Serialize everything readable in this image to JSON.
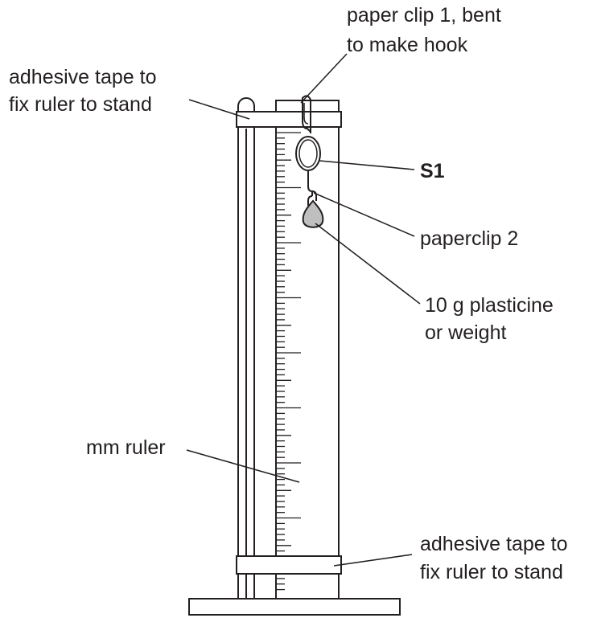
{
  "labels": {
    "paper_clip_1_line1": "paper clip 1, bent",
    "paper_clip_1_line2": "to make hook",
    "tape_top_line1": "adhesive tape to",
    "tape_top_line2": "fix ruler to stand",
    "s1": "S1",
    "paperclip_2": "paperclip 2",
    "plasticine_line1": "10 g plasticine",
    "plasticine_line2": "or weight",
    "mm_ruler": "mm ruler",
    "tape_bottom_line1": "adhesive tape to",
    "tape_bottom_line2": "fix ruler to stand"
  },
  "colors": {
    "ink": "#231f20",
    "weight_fill": "#bfbfbf",
    "background": "#ffffff"
  }
}
